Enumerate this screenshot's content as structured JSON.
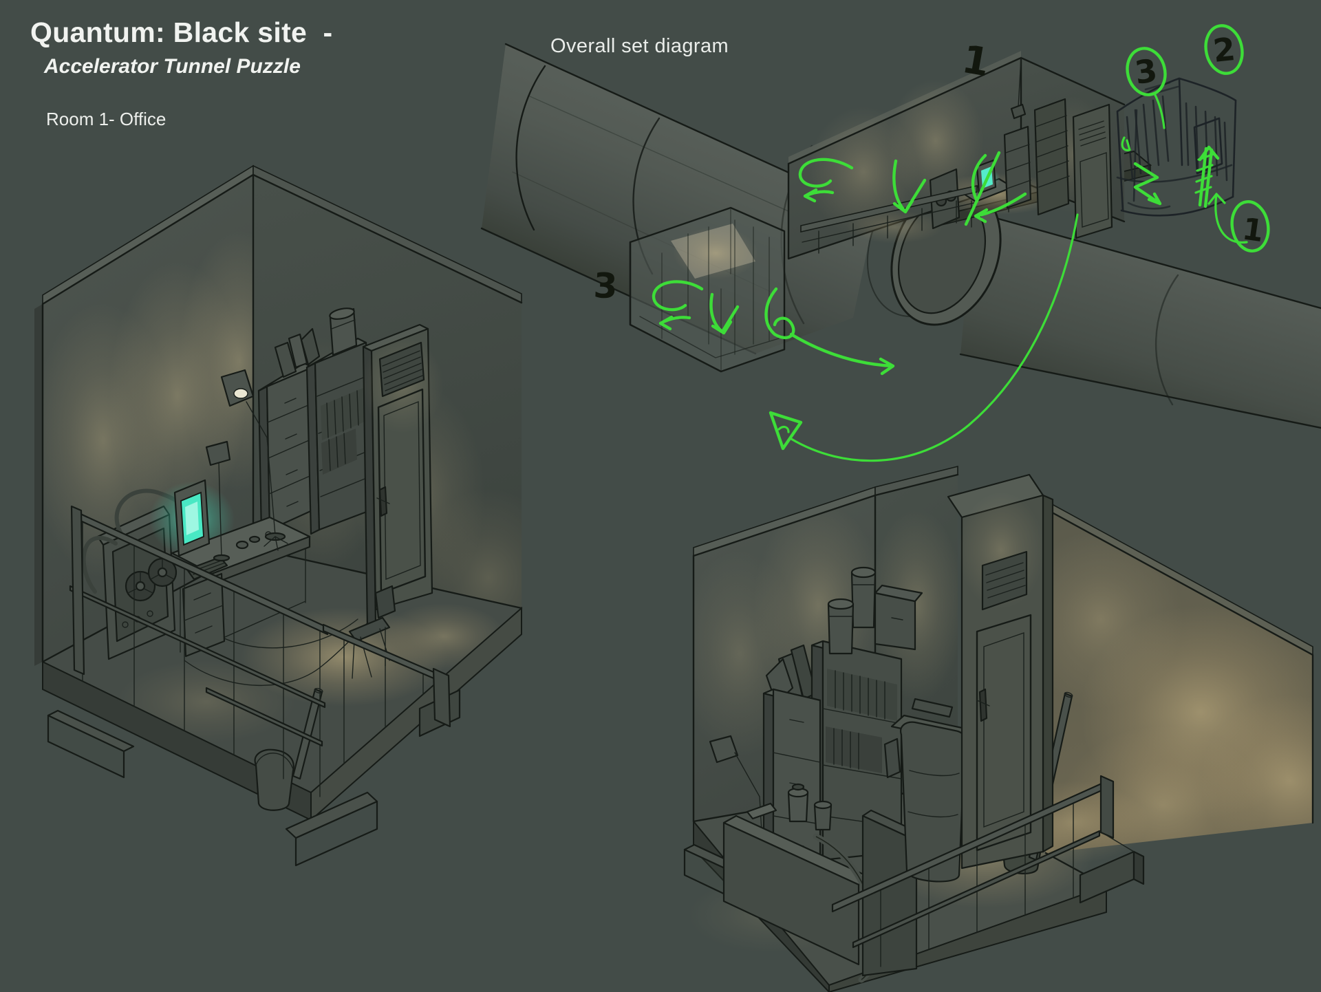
{
  "canvas": {
    "background": "#434c48"
  },
  "header": {
    "title": "Quantum: Black site  -",
    "subtitle": "Accelerator Tunnel Puzzle",
    "room_label": "Room 1- Office"
  },
  "set_diagram": {
    "label": "Overall set diagram",
    "callouts": {
      "room1_number": "1",
      "room3_number": "3",
      "sketch_number_3": "3",
      "sketch_number_2": "2",
      "sketch_number_1": "1"
    }
  },
  "palette": {
    "background": "#434c48",
    "linework": "#161b17",
    "wall": "#4c534d",
    "wall_shadow": "#3a403c",
    "warm_light": "#c7b488",
    "floor_light": "#d8c48d",
    "screen_teal": "#55ecca",
    "annotation_green": "#3ddd38",
    "ink_black": "#12170e",
    "text_white": "#f1f3f0"
  }
}
